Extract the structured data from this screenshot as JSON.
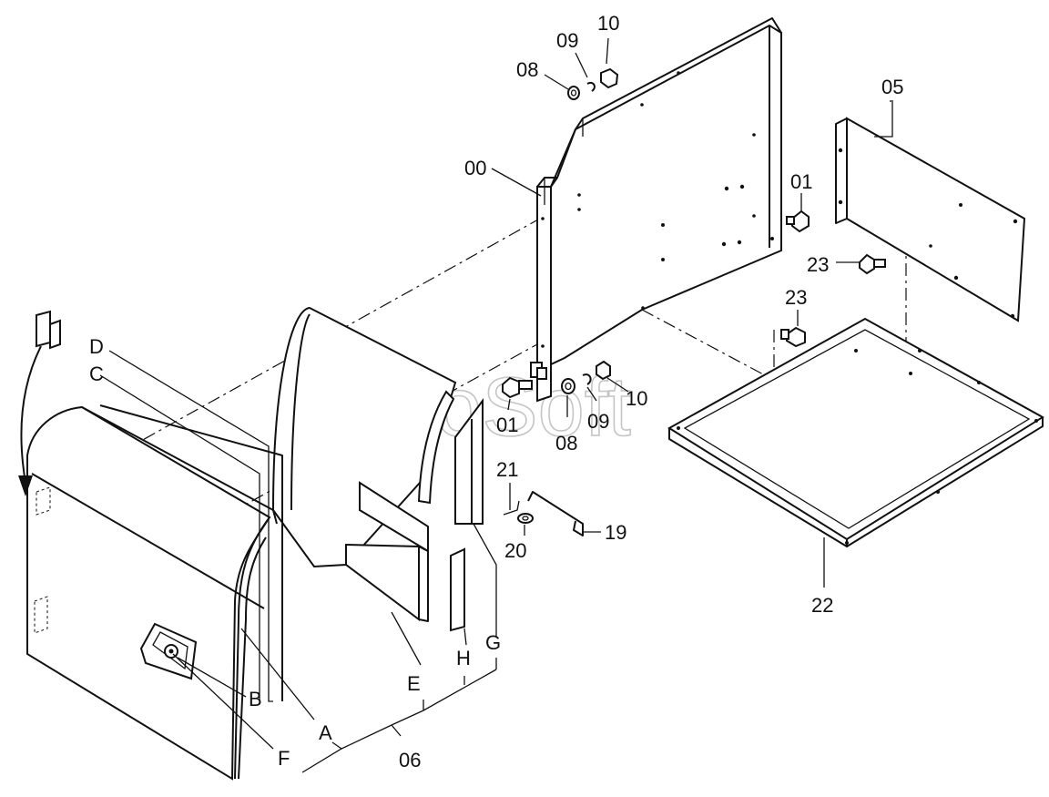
{
  "watermark": "AutoSoft",
  "callouts": {
    "c00": "00",
    "c01a": "01",
    "c01b": "01",
    "c05": "05",
    "c06": "06",
    "c08a": "08",
    "c08b": "08",
    "c09a": "09",
    "c09b": "09",
    "c10a": "10",
    "c10b": "10",
    "c19": "19",
    "c20": "20",
    "c21": "21",
    "c22": "22",
    "c23a": "23",
    "c23b": "23",
    "cA": "A",
    "cB": "B",
    "cC": "C",
    "cD": "D",
    "cE": "E",
    "cF": "F",
    "cG": "G",
    "cH": "H"
  }
}
